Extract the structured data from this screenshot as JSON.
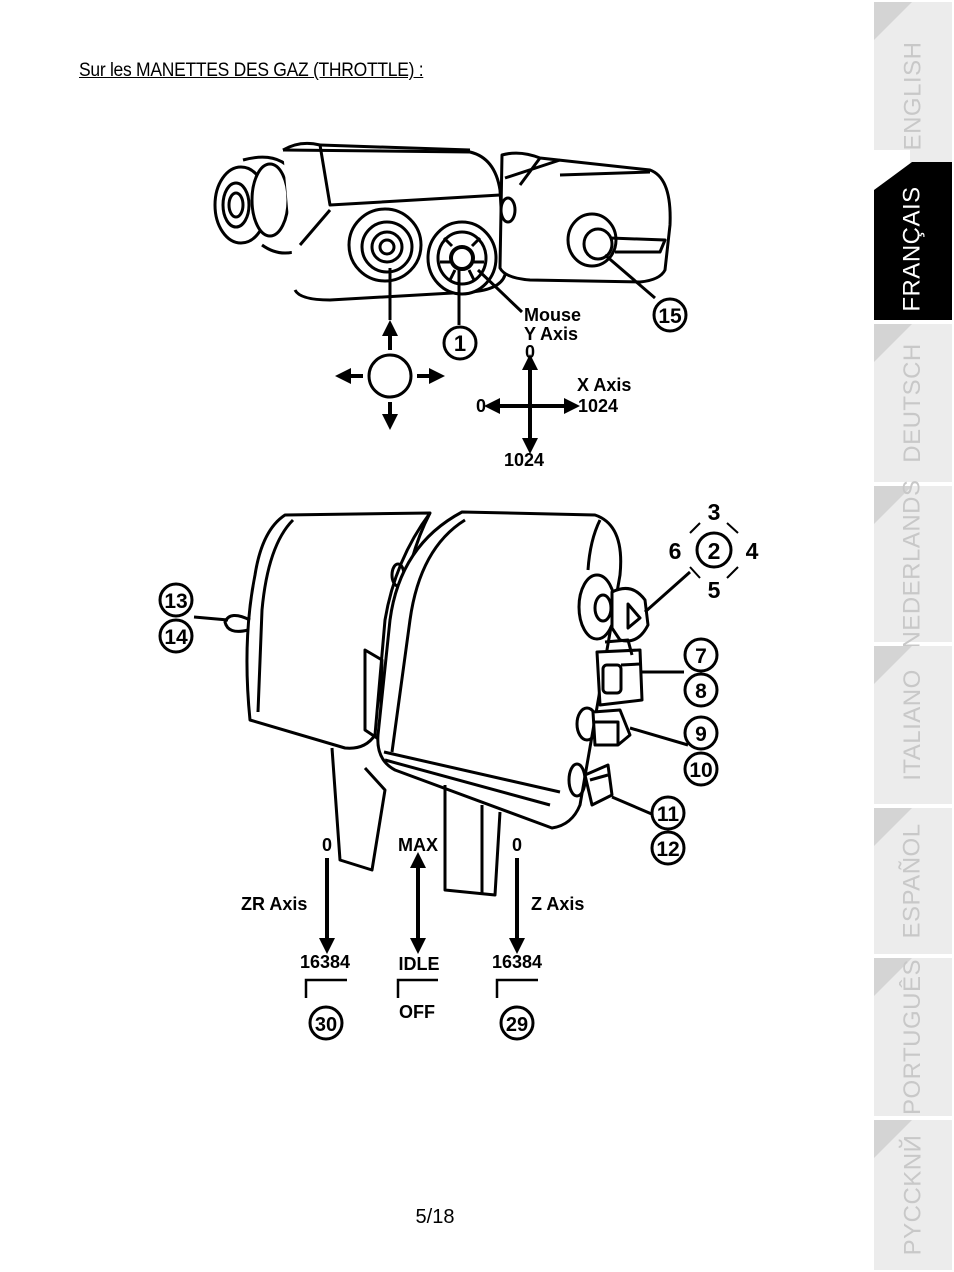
{
  "page": {
    "heading": "Sur les MANETTES DES GAZ (THROTTLE) :",
    "page_number": "5/18"
  },
  "language_tabs": [
    {
      "label": "ENGLISH",
      "active": false
    },
    {
      "label": "FRANÇAIS",
      "active": true
    },
    {
      "label": "DEUTSCH",
      "active": false
    },
    {
      "label": "NEDERLANDS",
      "active": false
    },
    {
      "label": "ITALIANO",
      "active": false
    },
    {
      "label": "ESPAÑOL",
      "active": false
    },
    {
      "label": "PORTUGUÊS",
      "active": false
    },
    {
      "label": "PYCCKNЙ",
      "active": false
    }
  ],
  "diagram": {
    "top": {
      "mouse_axis": [
        "Mouse",
        "Y Axis"
      ],
      "y_min": "0",
      "y_max": "1024",
      "x_axis": "X Axis",
      "x_min": "0",
      "x_max": "1024",
      "callouts": [
        "1",
        "15"
      ]
    },
    "bottom": {
      "hat_positions": [
        "3",
        "6",
        "2",
        "4",
        "5"
      ],
      "callouts": [
        "13",
        "14",
        "7",
        "8",
        "9",
        "10",
        "11",
        "12"
      ],
      "zr_axis": "ZR Axis",
      "z_axis": "Z Axis",
      "zr_min": "0",
      "zr_max": "16384",
      "mid_top": "MAX",
      "mid_idle": "IDLE",
      "mid_off": "OFF",
      "z_min": "0",
      "z_max": "16384",
      "button_zr": "30",
      "button_z": "29"
    }
  },
  "colors": {
    "tab_inactive": "#ececec",
    "tab_active": "#000000",
    "tab_text_inactive": "#c8c8c8",
    "tab_text_active": "#ffffff"
  }
}
